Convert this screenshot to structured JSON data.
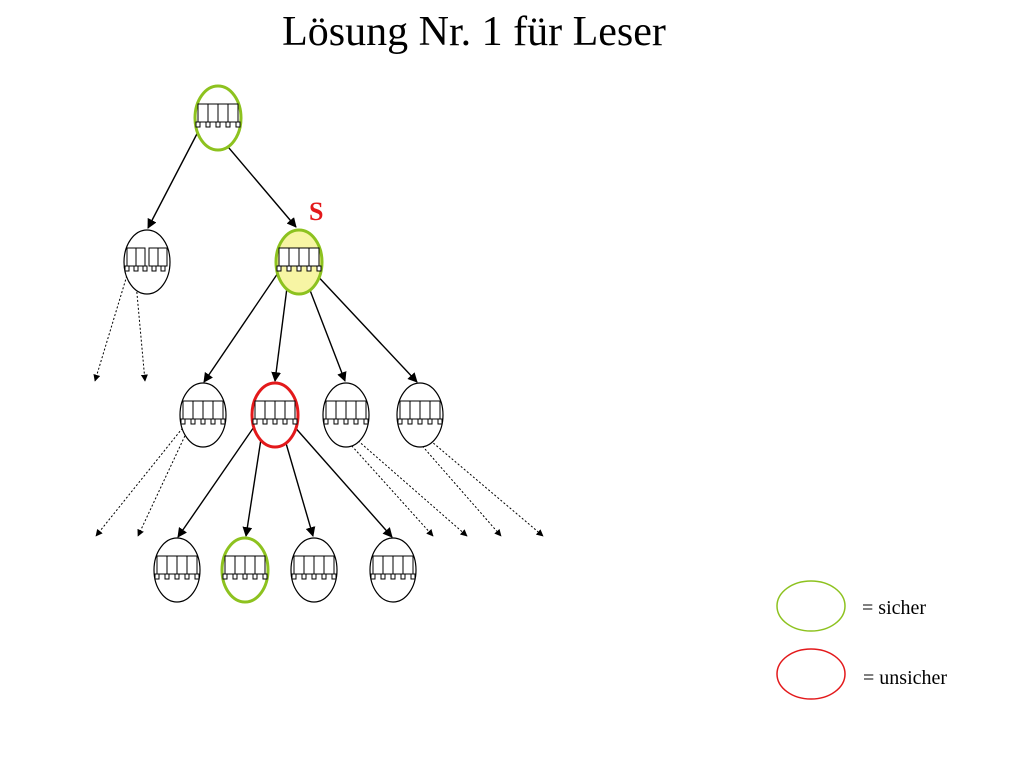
{
  "title": "Lösung Nr. 1 für Leser",
  "marker": "S",
  "legend": {
    "safe": "= sicher",
    "unsafe": "= unsicher"
  },
  "colors": {
    "safe": "#8dc21f",
    "unsafe": "#e3191b",
    "current_fill": "#f7f5a4",
    "line": "#000000"
  }
}
